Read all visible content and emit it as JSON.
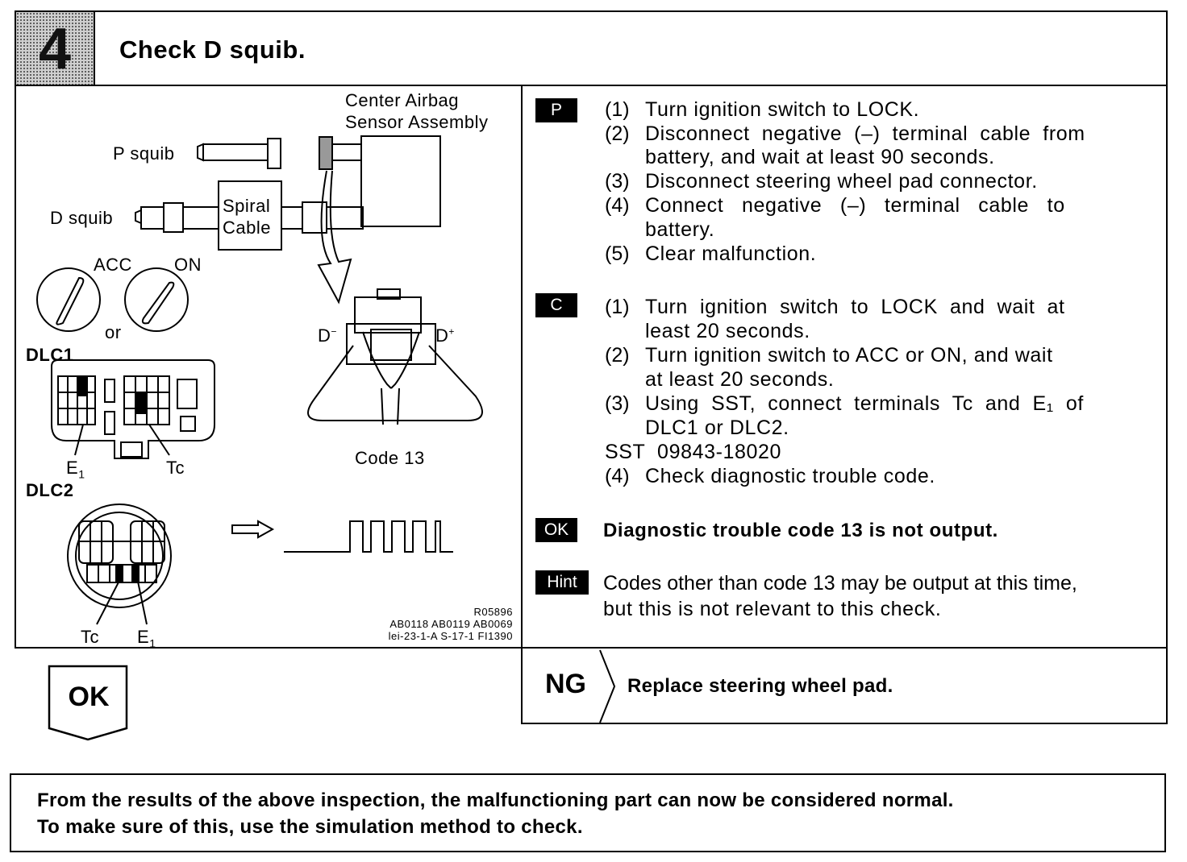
{
  "step": {
    "number": "4",
    "title": "Check D squib."
  },
  "diagram": {
    "center_airbag_line1": "Center Airbag",
    "center_airbag_line2": "Sensor Assembly",
    "p_squib": "P squib",
    "d_squib": "D squib",
    "spiral_line1": "Spiral",
    "spiral_line2": "Cable",
    "acc": "ACC",
    "on": "ON",
    "or": "or",
    "dlc1": "DLC1",
    "dlc2": "DLC2",
    "e1": "E",
    "e1_sub": "1",
    "tc": "Tc",
    "d_minus": "D",
    "d_plus": "D",
    "code13": "Code 13",
    "ref1": "R05896",
    "ref2": "AB0118 AB0119 AB0069",
    "ref3": "lei-23-1-A S-17-1 FI1390"
  },
  "procedure_p": {
    "tag": "P",
    "steps": [
      {
        "num": "(1)",
        "text": "Turn ignition switch to LOCK."
      },
      {
        "num": "(2)",
        "text": "Disconnect  negative  (–)  terminal  cable  from",
        "cont": "battery, and wait at least 90 seconds."
      },
      {
        "num": "(3)",
        "text": "Disconnect steering wheel pad connector."
      },
      {
        "num": "(4)",
        "text": "Connect   negative   (–)   terminal   cable   to",
        "cont": "battery."
      },
      {
        "num": "(5)",
        "text": "Clear malfunction."
      }
    ]
  },
  "procedure_c": {
    "tag": "C",
    "steps": [
      {
        "num": "(1)",
        "text": "Turn  ignition  switch  to  LOCK  and  wait  at",
        "cont": "least 20 seconds."
      },
      {
        "num": "(2)",
        "text": "Turn ignition switch to ACC or ON, and wait",
        "cont": "at least 20 seconds."
      },
      {
        "num": "(3)",
        "text": "Using  SST,  connect  terminals  Tc  and  E₁  of",
        "cont": "DLC1 or DLC2."
      },
      {
        "num": "",
        "text": "SST  09843-18020"
      },
      {
        "num": "(4)",
        "text": "Check diagnostic trouble code."
      }
    ]
  },
  "ok_result": {
    "tag": "OK",
    "text": "Diagnostic trouble code 13 is not output."
  },
  "hint": {
    "tag": "Hint",
    "line1": "Codes other than code 13 may be output at this time,",
    "line2": "but this is not relevant to this check."
  },
  "ok_arrow": "OK",
  "ng": {
    "label": "NG",
    "text": "Replace steering wheel pad."
  },
  "footer": {
    "line1": "From the results of the above inspection, the malfunctioning part can now be considered normal.",
    "line2": "To make sure of this, use the simulation method to check."
  }
}
